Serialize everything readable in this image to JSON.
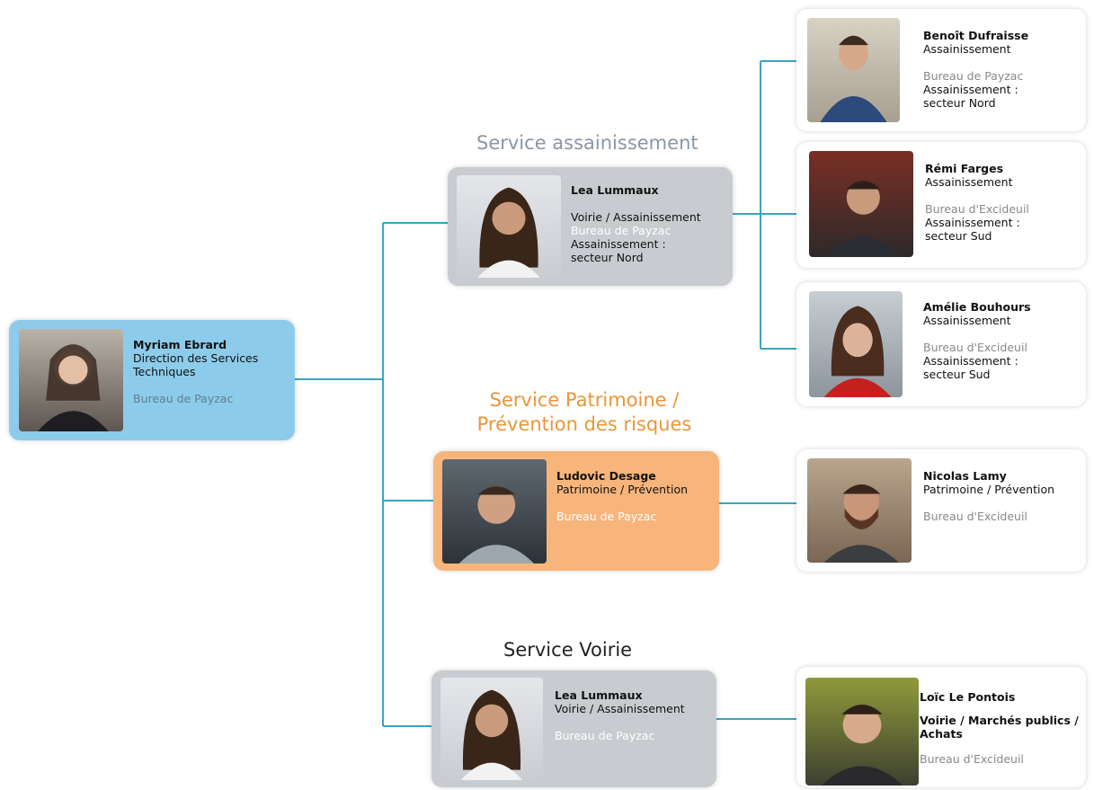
{
  "colors": {
    "line": "#3aa3c2",
    "root_card": "#8dcbea",
    "manager_card": "#c8cbd0",
    "patrimoine_card": "#f7b57c",
    "child_card": "#ffffff",
    "title_assainissement": "#8a96a3",
    "title_patrimoine": "#e8963a",
    "title_voirie": "#222222"
  },
  "root": {
    "name": "Myriam Ebrard",
    "role_line1": "Direction des Services",
    "role_line2": "Techniques",
    "office": "Bureau de Payzac",
    "photo": "person-photo"
  },
  "sections": {
    "assainissement": {
      "title": "Service assainissement",
      "manager": {
        "name": "Lea Lummaux",
        "role": "Voirie / Assainissement",
        "office": "Bureau de Payzac",
        "detail_line1": "Assainissement :",
        "detail_line2": "secteur Nord"
      },
      "members": [
        {
          "name": "Benoît Dufraisse",
          "role": "Assainissement",
          "office": "Bureau de Payzac",
          "detail_line1": "Assainissement :",
          "detail_line2": "secteur Nord"
        },
        {
          "name": "Rémi Farges",
          "role": "Assainissement",
          "office": "Bureau d'Excideuil",
          "detail_line1": "Assainissement :",
          "detail_line2": "secteur Sud"
        },
        {
          "name": "Amélie Bouhours",
          "role": "Assainissement",
          "office": "Bureau d'Excideuil",
          "detail_line1": "Assainissement :",
          "detail_line2": "secteur Sud"
        }
      ]
    },
    "patrimoine": {
      "title_line1": "Service Patrimoine /",
      "title_line2": "Prévention des risques",
      "manager": {
        "name": "Ludovic Desage",
        "role": "Patrimoine / Prévention",
        "office": "Bureau de Payzac"
      },
      "member": {
        "name": "Nicolas Lamy",
        "role": "Patrimoine / Prévention",
        "office": "Bureau d'Excideuil"
      }
    },
    "voirie": {
      "title": "Service Voirie",
      "manager": {
        "name": "Lea Lummaux",
        "role": "Voirie / Assainissement",
        "office": "Bureau de Payzac"
      },
      "member": {
        "name": "Loïc Le Pontois",
        "role_line1": "Voirie / Marchés publics /",
        "role_line2": "Achats",
        "office": "Bureau d'Excideuil"
      }
    }
  }
}
